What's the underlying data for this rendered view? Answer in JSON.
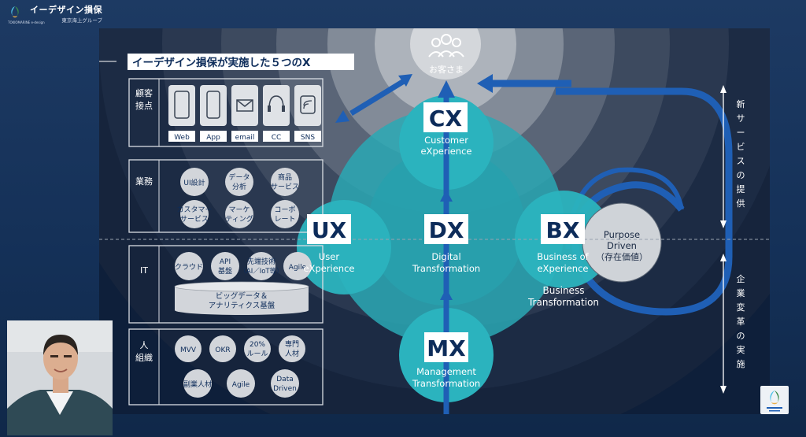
{
  "header": {
    "brand_small": "TOKIOMARINE e-design",
    "brand_title": "イーデザイン損保",
    "brand_sub": "東京海上グループ"
  },
  "slide": {
    "title": "イーデザイン損保が実施した５つのX",
    "customer_label": "お客さま",
    "left_panels": {
      "touchpoints": {
        "heading_l1": "顧客",
        "heading_l2": "接点",
        "channels": [
          "Web",
          "App",
          "email",
          "CC",
          "SNS"
        ]
      },
      "operations": {
        "heading": "業務",
        "items": [
          {
            "l1": "UI設計",
            "l2": ""
          },
          {
            "l1": "データ",
            "l2": "分析"
          },
          {
            "l1": "商品",
            "l2": "サービス"
          },
          {
            "l1": "カスタマー",
            "l2": "サービス"
          },
          {
            "l1": "マーケ",
            "l2": "ティング"
          },
          {
            "l1": "コーポ",
            "l2": "レート"
          }
        ]
      },
      "it": {
        "heading": "IT",
        "items": [
          {
            "l1": "クラウド",
            "l2": ""
          },
          {
            "l1": "API",
            "l2": "基盤"
          },
          {
            "l1": "先端技術",
            "l2": "（AI／IoT等）"
          },
          {
            "l1": "Agile",
            "l2": ""
          }
        ],
        "platform_l1": "ビッグデータ＆",
        "platform_l2": "アナリティクス基盤"
      },
      "people": {
        "heading_l1": "人",
        "heading_l2": "組織",
        "items": [
          {
            "l1": "MVV",
            "l2": ""
          },
          {
            "l1": "OKR",
            "l2": ""
          },
          {
            "l1": "20%",
            "l2": "ルール"
          },
          {
            "l1": "専門",
            "l2": "人材"
          },
          {
            "l1": "副業人材",
            "l2": ""
          },
          {
            "l1": "Agile",
            "l2": ""
          },
          {
            "l1": "Data",
            "l2": "Driven"
          }
        ]
      }
    },
    "x_nodes": {
      "cx": {
        "badge": "CX",
        "l1": "Customer",
        "l2": "eXperience"
      },
      "ux": {
        "badge": "UX",
        "l1": "User",
        "l2": "eXperience"
      },
      "dx": {
        "badge": "DX",
        "l1": "Digital",
        "l2": "Transformation"
      },
      "bx": {
        "badge": "BX",
        "l1": "Business of",
        "l2": "eXperience"
      },
      "mx": {
        "badge": "MX",
        "l1": "Management",
        "l2": "Transformation"
      }
    },
    "business_transformation_l1": "Business",
    "business_transformation_l2": "Transformation",
    "purpose": {
      "l1": "Purpose",
      "l2": "Driven",
      "l3": "（存在価値）"
    },
    "right_labels": {
      "top": [
        "新",
        "サ",
        "ー",
        "ビ",
        "ス",
        "の",
        "提",
        "供"
      ],
      "bottom": [
        "企",
        "業",
        "変",
        "革",
        "の",
        "実",
        "施"
      ]
    }
  },
  "colors": {
    "slide_bg": "#0e1f3a",
    "teal": "#2bb3be",
    "arrow_blue": "#1f5fb5",
    "badge_bg": "#ffffff",
    "badge_text": "#0d2c5a"
  }
}
